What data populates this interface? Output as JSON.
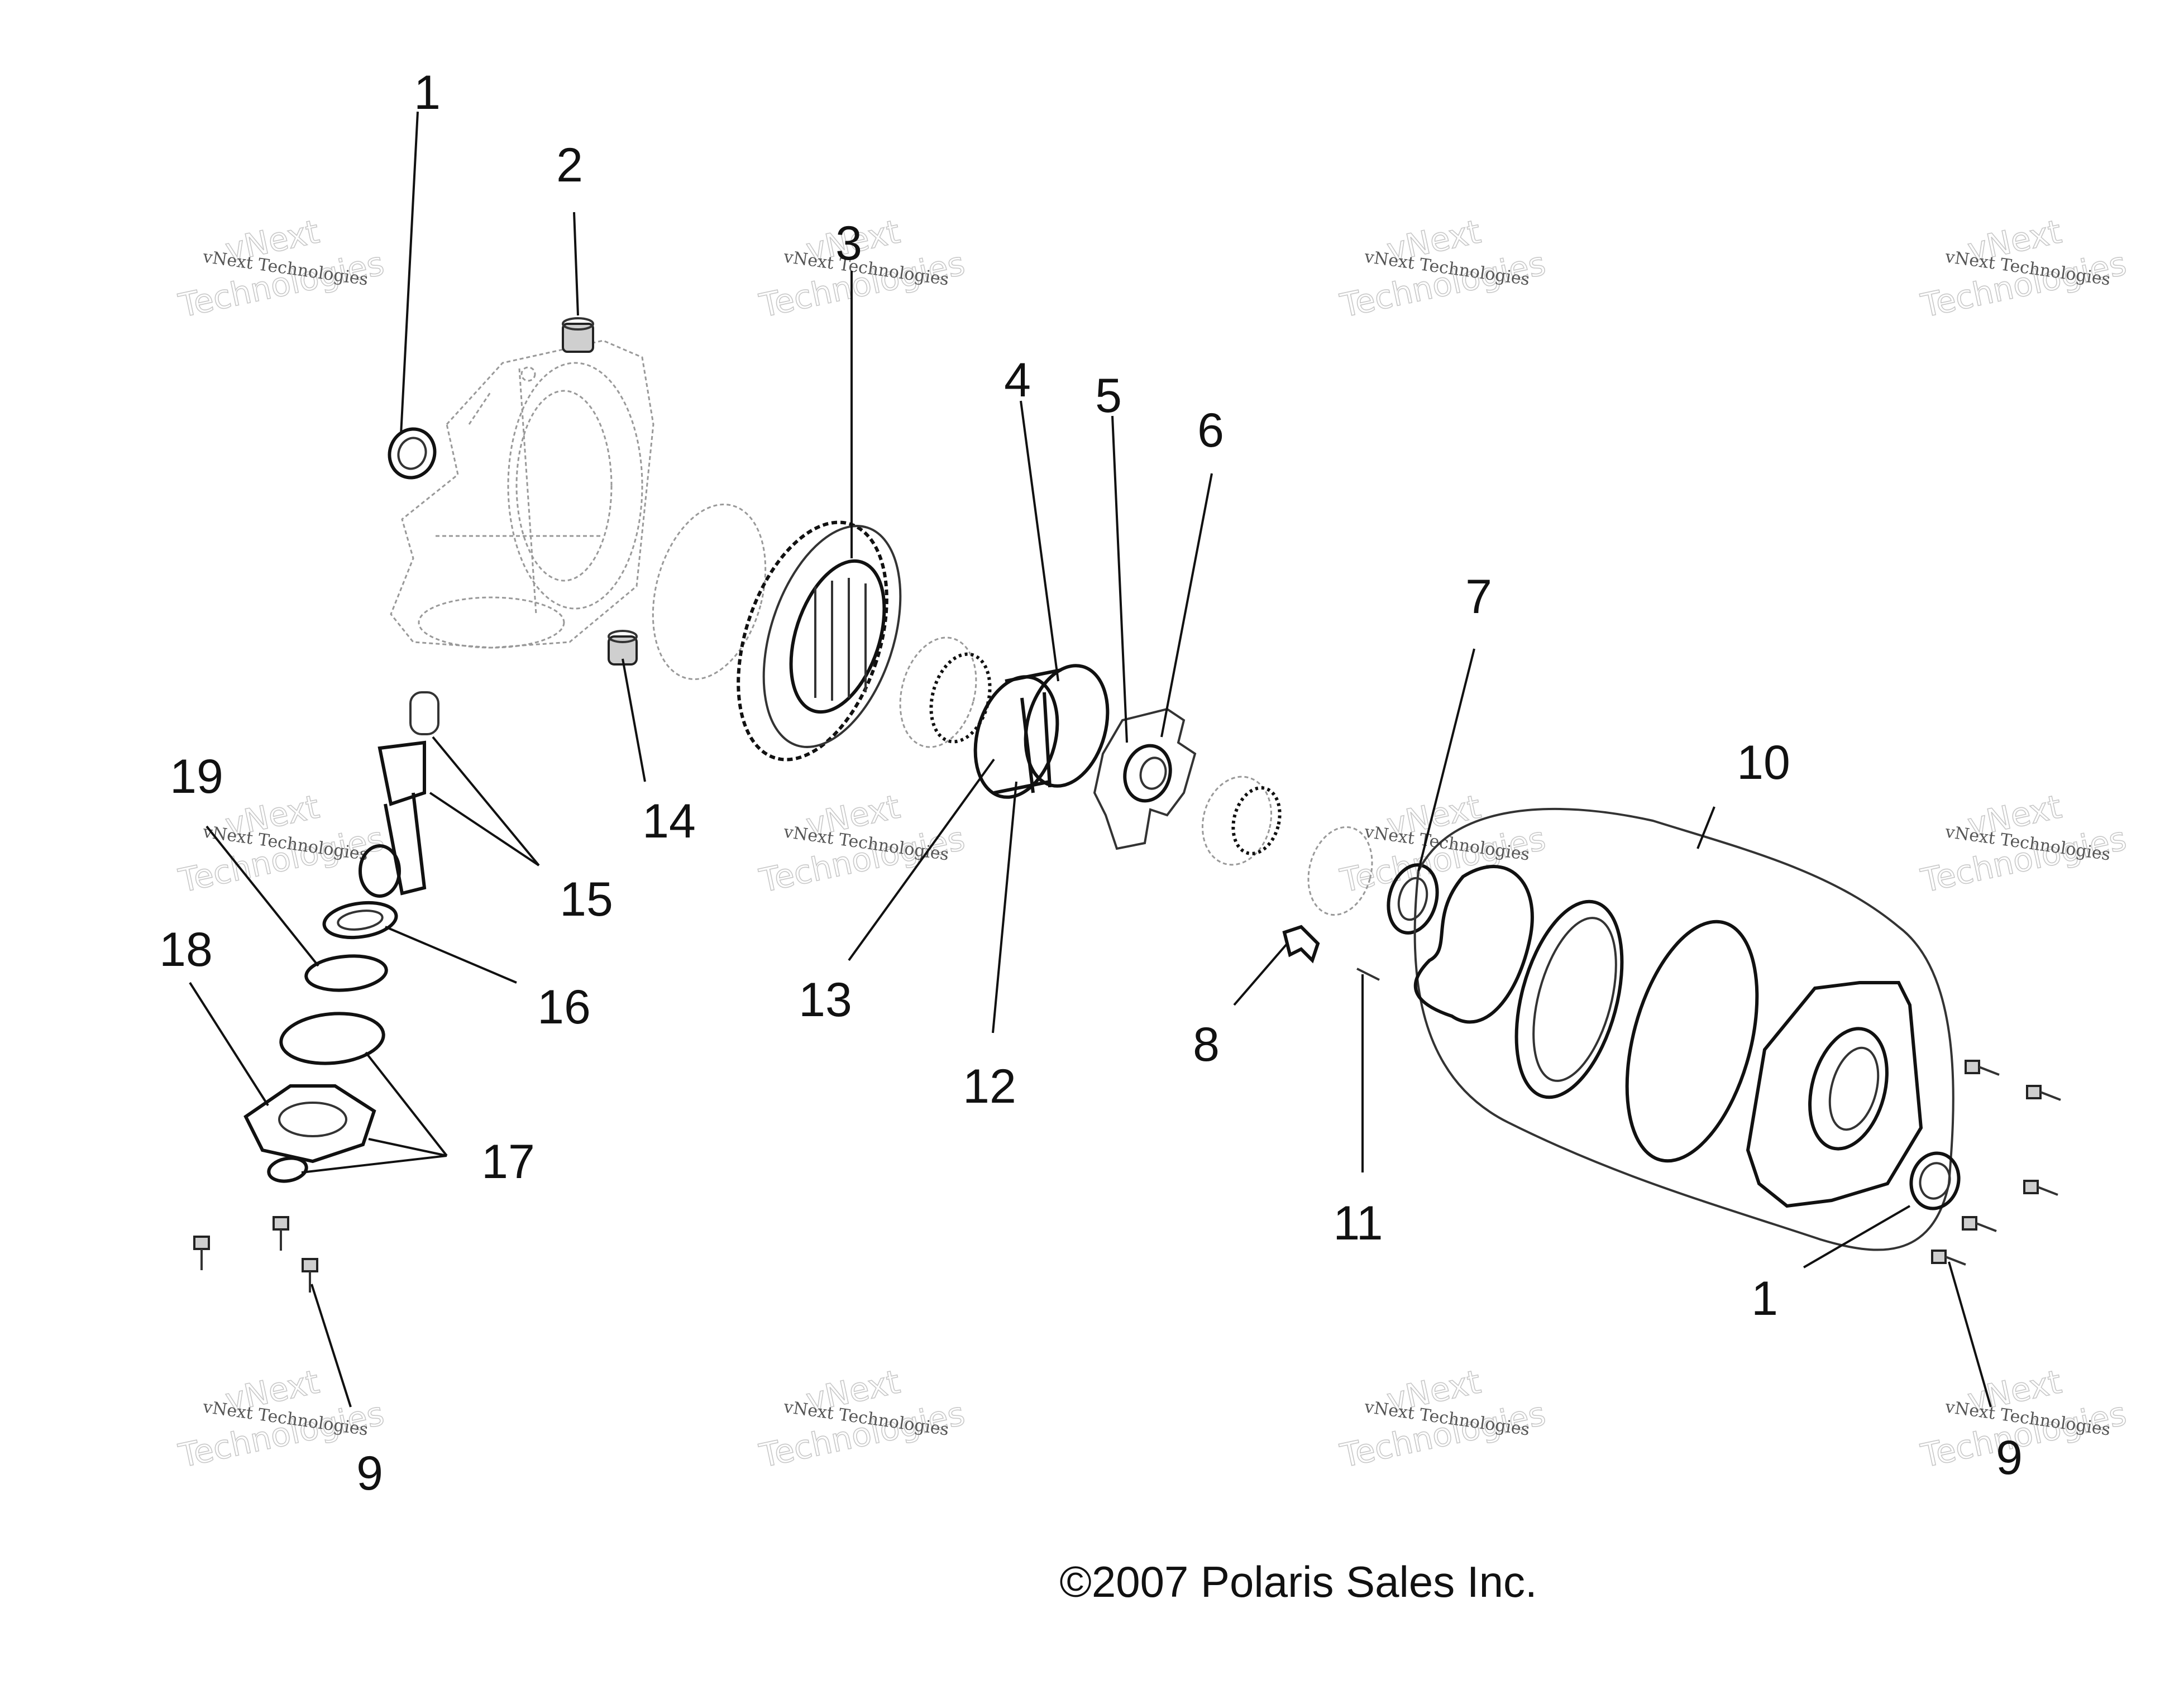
{
  "callouts": [
    "1",
    "2",
    "3",
    "4",
    "5",
    "6",
    "7",
    "8",
    "9",
    "10",
    "11",
    "12",
    "13",
    "14",
    "15",
    "16",
    "17",
    "18",
    "19"
  ],
  "watermark": {
    "line1": "vNext Technologies",
    "line2": "vNext",
    "line3": "Technologies"
  },
  "copyright": "©2007  Polaris Sales Inc."
}
